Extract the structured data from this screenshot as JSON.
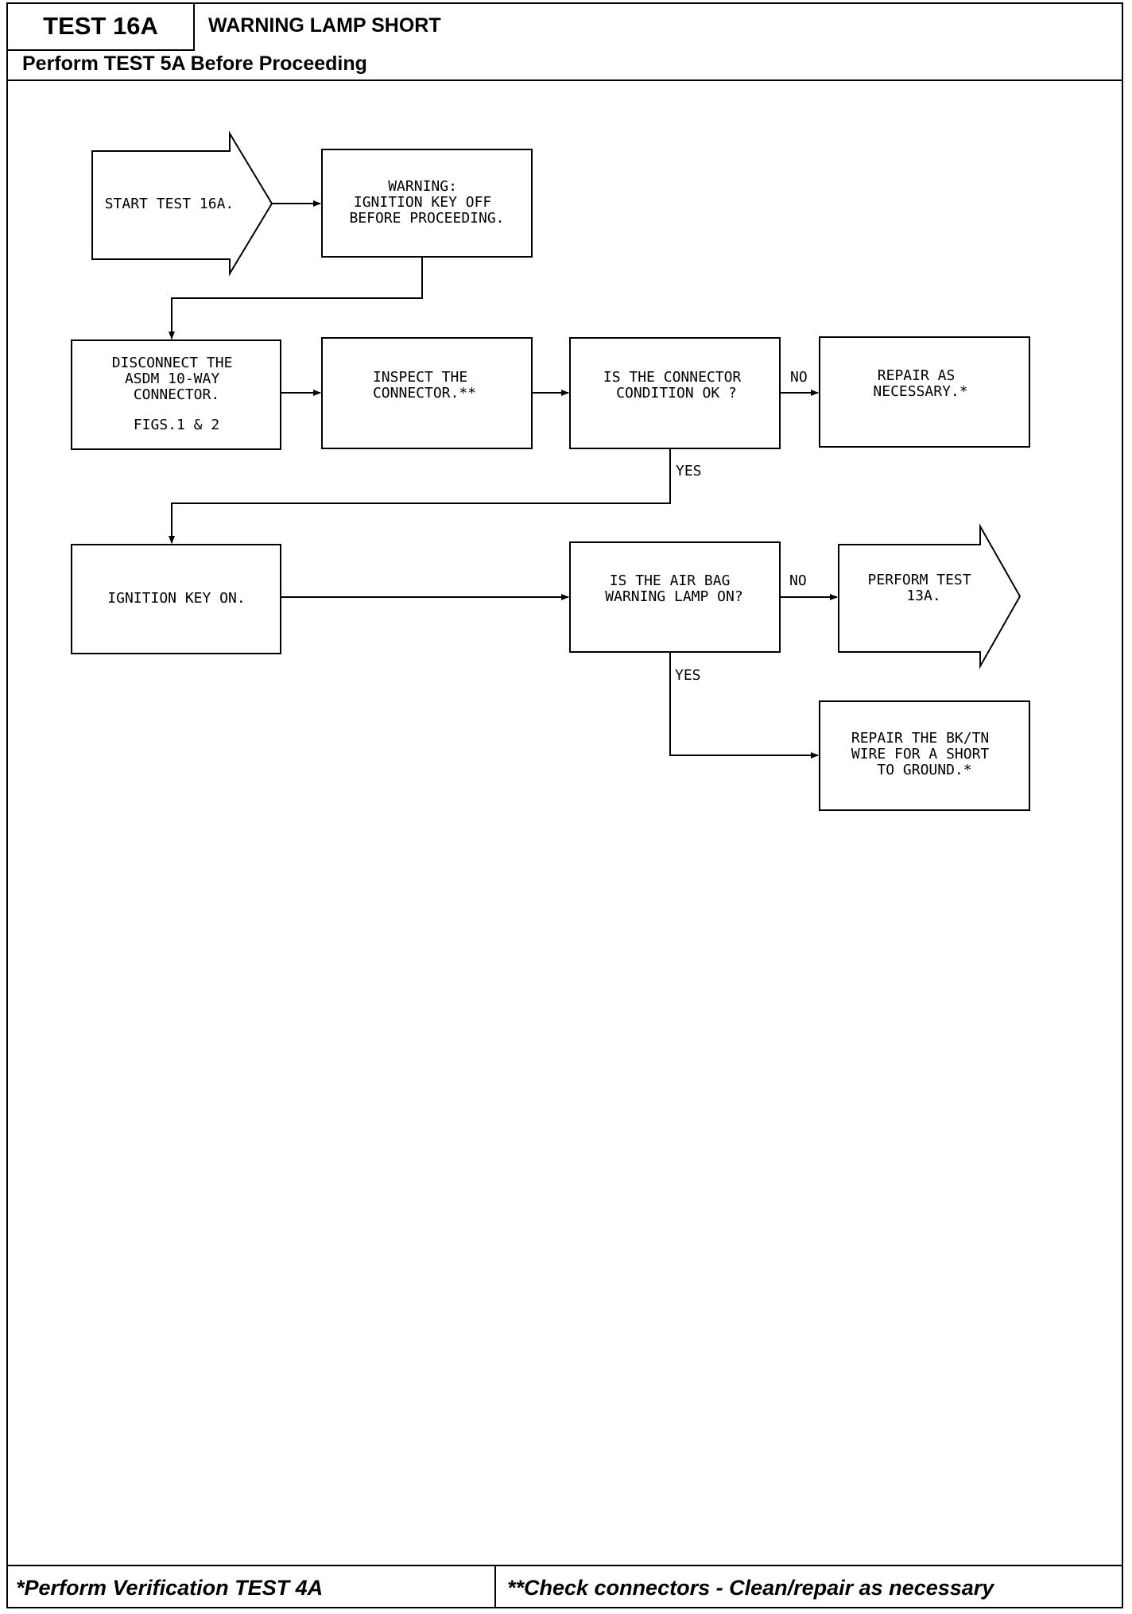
{
  "header": {
    "test_id": "TEST 16A",
    "title": "WARNING LAMP SHORT",
    "prerequisite": "Perform TEST 5A Before Proceeding"
  },
  "nodes": {
    "start": [
      "START TEST 16A."
    ],
    "warning": [
      "WARNING:",
      "IGNITION KEY OFF",
      "BEFORE PROCEEDING."
    ],
    "disconnect": [
      "DISCONNECT THE",
      "ASDM 10-WAY",
      "CONNECTOR."
    ],
    "disconnect_ref": "FIGS.1 & 2",
    "inspect": [
      "INSPECT THE",
      "CONNECTOR.**"
    ],
    "connector_ok": [
      "IS THE CONNECTOR",
      "CONDITION OK ?"
    ],
    "repair_necessary": [
      "REPAIR AS",
      "NECESSARY.*"
    ],
    "ignition_on": [
      "IGNITION KEY ON."
    ],
    "lamp_on": [
      "IS THE AIR BAG",
      "WARNING LAMP ON?"
    ],
    "perform_13a": [
      "PERFORM TEST",
      "13A."
    ],
    "repair_wire": [
      "REPAIR THE BK/TN",
      "WIRE FOR A SHORT",
      "TO GROUND.*"
    ]
  },
  "branch_labels": {
    "connector_no": "NO",
    "connector_yes": "YES",
    "lamp_no": "NO",
    "lamp_yes": "YES"
  },
  "footer": {
    "left": "*Perform Verification  TEST 4A",
    "right": "**Check connectors - Clean/repair as necessary"
  }
}
